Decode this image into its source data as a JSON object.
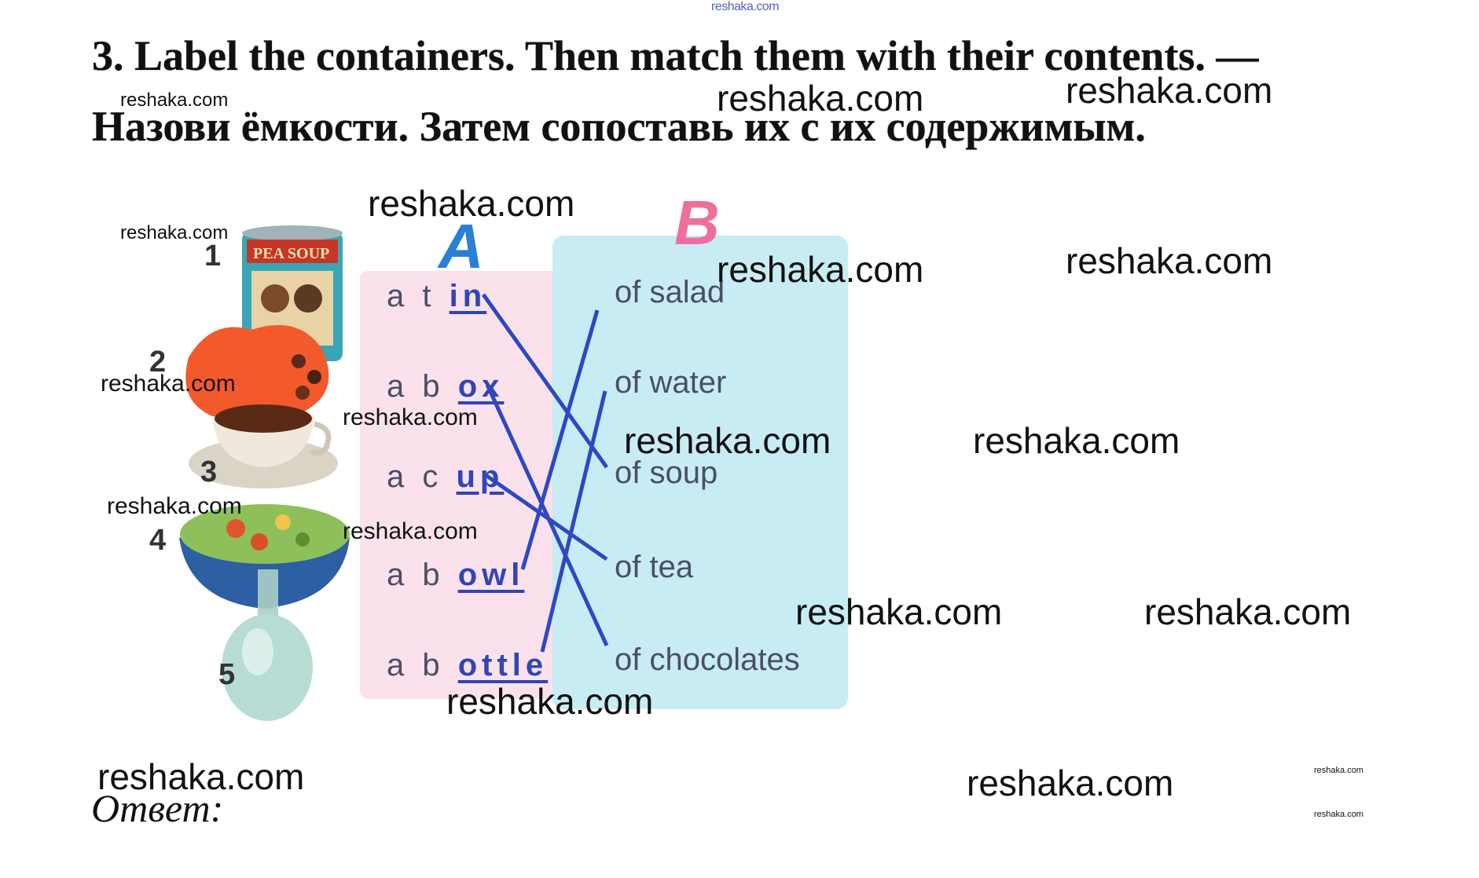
{
  "top_watermark": "reshaka.com",
  "heading": {
    "line1": "3. Label the containers. Then match them with their contents. —",
    "line2": "Назови ёмкости. Затем сопоставь их с их содержимым."
  },
  "exercise": {
    "column_a_letter": "A",
    "column_b_letter": "B",
    "soup_can_label": "PEA SOUP",
    "items": [
      {
        "number": "1",
        "prefix": "a t",
        "filled": "in"
      },
      {
        "number": "2",
        "prefix": "a b",
        "filled": "ox"
      },
      {
        "number": "3",
        "prefix": "a c",
        "filled": "up"
      },
      {
        "number": "4",
        "prefix": "a b",
        "filled": "owl"
      },
      {
        "number": "5",
        "prefix": "a b",
        "filled": "ottle"
      }
    ],
    "contents": [
      "of salad",
      "of water",
      "of soup",
      "of tea",
      "of chocolates"
    ],
    "line_color": "#2c48c4",
    "letter_a_color": "#2a7fd6",
    "letter_b_color": "#ee6f9e"
  },
  "watermarks": [
    "reshaka.com",
    "reshaka.com",
    "reshaka.com",
    "reshaka.com",
    "reshaka.com",
    "reshaka.com",
    "reshaka.com",
    "reshaka.com",
    "reshaka.com",
    "reshaka.com",
    "reshaka.com",
    "reshaka.com",
    "reshaka.com",
    "reshaka.com",
    "reshaka.com",
    "reshaka.com",
    "reshaka.com",
    "reshaka.com",
    "reshaka.com",
    "reshaka.com"
  ],
  "answer_label": "Ответ:"
}
